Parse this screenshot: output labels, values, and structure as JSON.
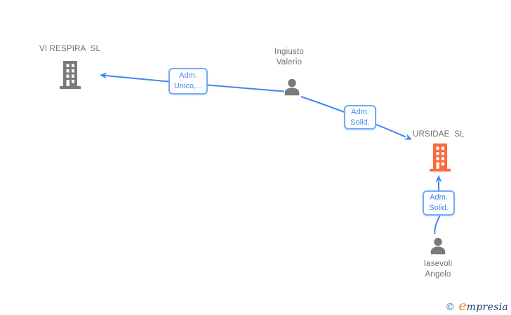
{
  "diagram": {
    "nodes": {
      "company_left": {
        "name": "VI RESPIRA  SL",
        "type": "company",
        "icon": "building-icon",
        "color": "#7A7A7A"
      },
      "person_top": {
        "name": "Ingiusto\nValerio",
        "type": "person",
        "icon": "person-icon",
        "color": "#7A7A7A"
      },
      "company_right": {
        "name": "URSIDAE  SL",
        "type": "company",
        "icon": "building-icon",
        "color": "#FB6A3D"
      },
      "person_bottom": {
        "name": "Iasevoli\nAngelo",
        "type": "person",
        "icon": "person-icon",
        "color": "#7A7A7A"
      }
    },
    "edges": [
      {
        "from": "person_top",
        "to": "company_left",
        "label": "Adm.\nUnico,..."
      },
      {
        "from": "person_top",
        "to": "company_right",
        "label": "Adm.\nSolid."
      },
      {
        "from": "person_bottom",
        "to": "company_right",
        "label": "Adm.\nSolid."
      }
    ],
    "colors": {
      "edge_blue": "#4285F4",
      "edge_label_border": "#77A9F5",
      "node_gray": "#7A7A7A",
      "highlight_orange": "#FB6A3D",
      "label_text_gray": "#707070"
    }
  },
  "watermark": {
    "copyright_symbol": "©",
    "brand_first": "e",
    "brand_rest": "mpresia"
  }
}
